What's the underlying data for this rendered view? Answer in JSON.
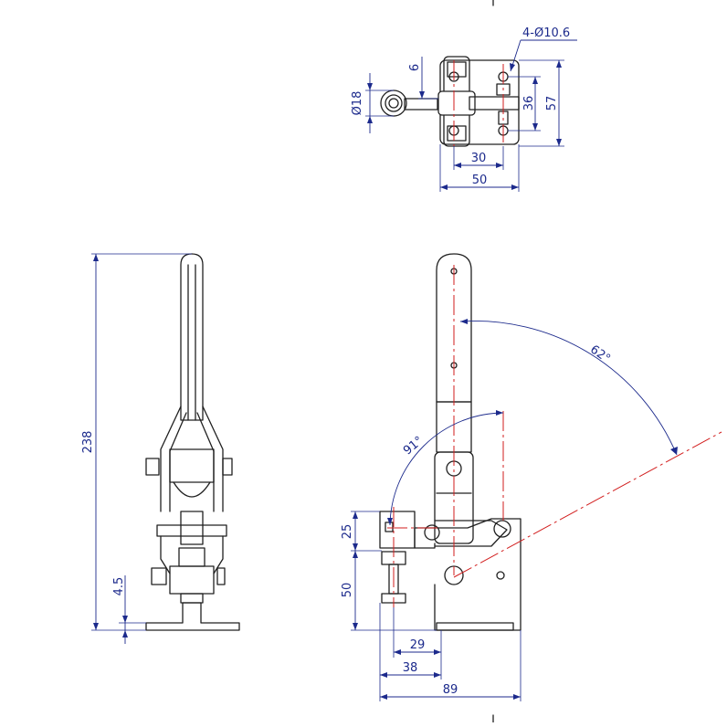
{
  "drawing": {
    "colors": {
      "outline": "#202020",
      "dimension": "#1c2a8c",
      "centerline": "#d21e1e",
      "background": "#ffffff"
    },
    "top_view": {
      "hole_callout": "4-Ø10.6",
      "dim_6": "6",
      "dim_dia18": "Ø18",
      "dim_36": "36",
      "dim_57": "57",
      "dim_30": "30",
      "dim_50": "50"
    },
    "side_view": {
      "dim_238": "238",
      "dim_4_5": "4.5"
    },
    "front_view": {
      "angle_62": "62°",
      "angle_91": "91°",
      "dim_25": "25",
      "dim_50": "50",
      "dim_29": "29",
      "dim_38": "38",
      "dim_89": "89"
    }
  }
}
